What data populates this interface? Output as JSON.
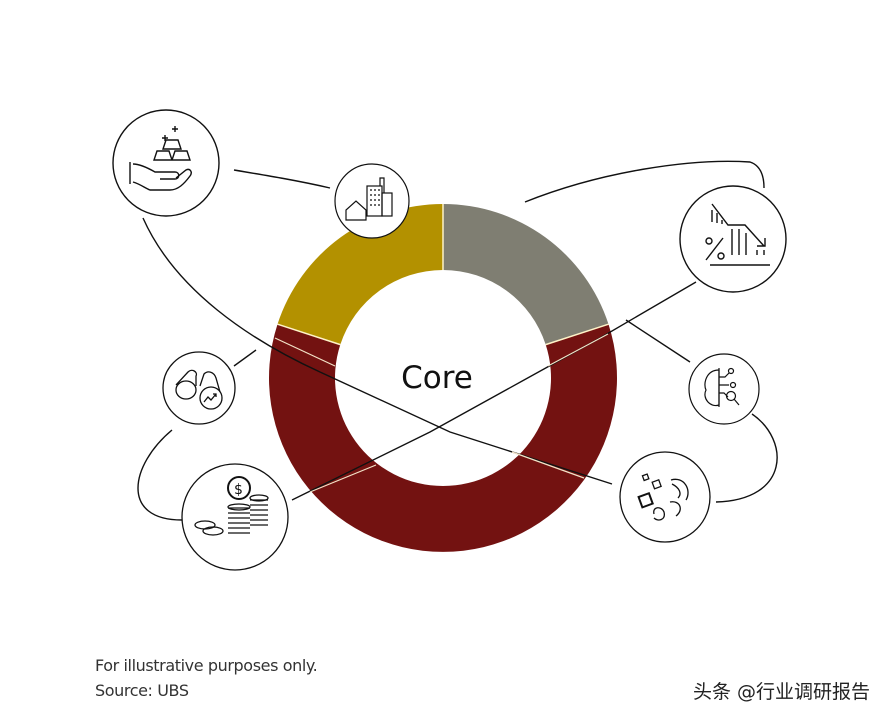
{
  "diagram": {
    "center_label": "Core",
    "ring_segments": [
      {
        "name": "gray-segment",
        "color": "#7f7e72",
        "start_deg": 0,
        "end_deg": 72
      },
      {
        "name": "red-segment",
        "color": "#731211",
        "start_deg": 72,
        "end_deg": 288
      },
      {
        "name": "gold-segment",
        "color": "#b39100",
        "start_deg": 288,
        "end_deg": 360
      }
    ],
    "icons": [
      {
        "name": "gold-bars-hand-icon"
      },
      {
        "name": "real-estate-icon"
      },
      {
        "name": "interest-rate-decline-icon"
      },
      {
        "name": "binoculars-growth-icon"
      },
      {
        "name": "ai-brain-search-icon"
      },
      {
        "name": "coins-dollar-icon"
      },
      {
        "name": "commodities-icon"
      }
    ]
  },
  "chart_data": {
    "type": "pie",
    "title": "Core",
    "categories": [
      "Gray segment",
      "Dark red segment",
      "Gold segment"
    ],
    "values": [
      20,
      60,
      20
    ],
    "colors": [
      "#7f7e72",
      "#731211",
      "#b39100"
    ],
    "hole": true
  },
  "footer": {
    "note": "For illustrative purposes only.",
    "source": "Source: UBS",
    "watermark": "头条 @行业调研报告"
  }
}
